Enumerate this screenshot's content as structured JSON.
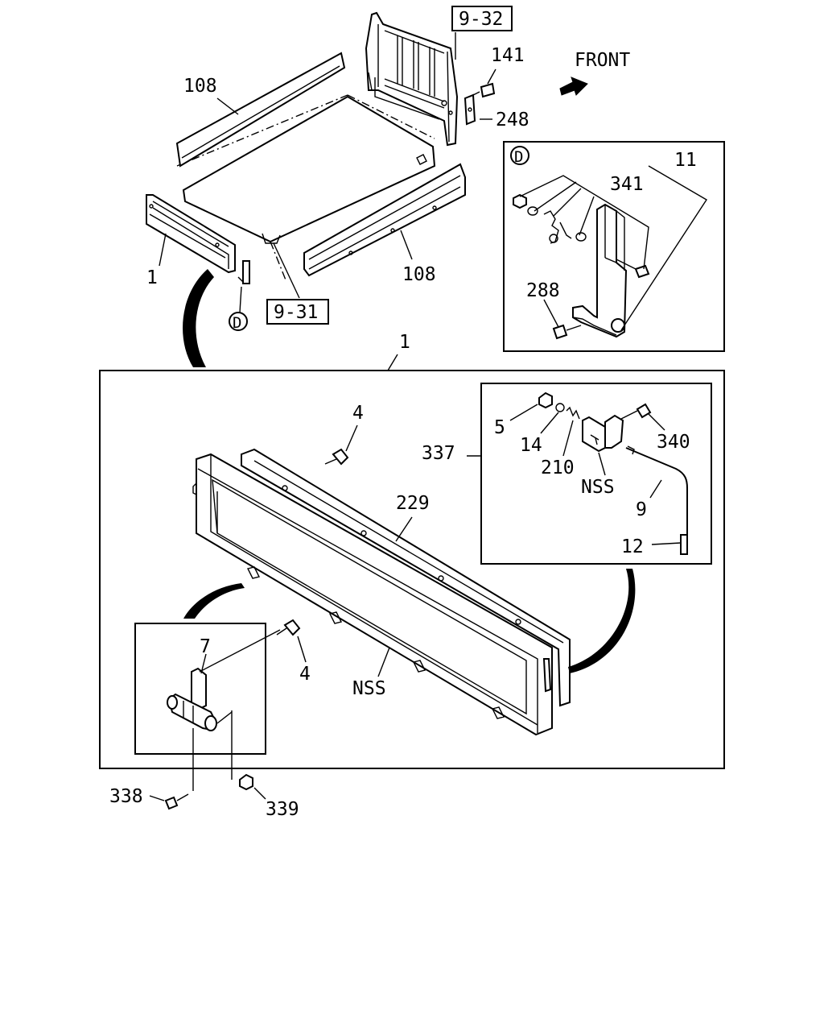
{
  "direction_label": "FRONT",
  "ref_boxes": {
    "top": "9-32",
    "bottom": "9-31"
  },
  "detail_markers": {
    "overview": "D",
    "detail": "D"
  },
  "callouts": {
    "side_board_left": "108",
    "side_board_right": "108",
    "tail_gate_overview": "1",
    "tail_gate_assembly": "1",
    "bolt_141": "141",
    "bracket_248": "248",
    "hook_assy_11": "11",
    "spring_341": "341",
    "bolt_288": "288",
    "bolt_4_top": "4",
    "bolt_4_hinge": "4",
    "rail_229": "229",
    "gate_nss": "NSS",
    "latch_group_337": "337",
    "nut_5": "5",
    "washer_14": "14",
    "spring_210": "210",
    "latch_nss": "NSS",
    "bolt_340": "340",
    "rod_9": "9",
    "pin_12": "12",
    "hinge_7": "7",
    "bolt_338": "338",
    "nut_339": "339"
  }
}
